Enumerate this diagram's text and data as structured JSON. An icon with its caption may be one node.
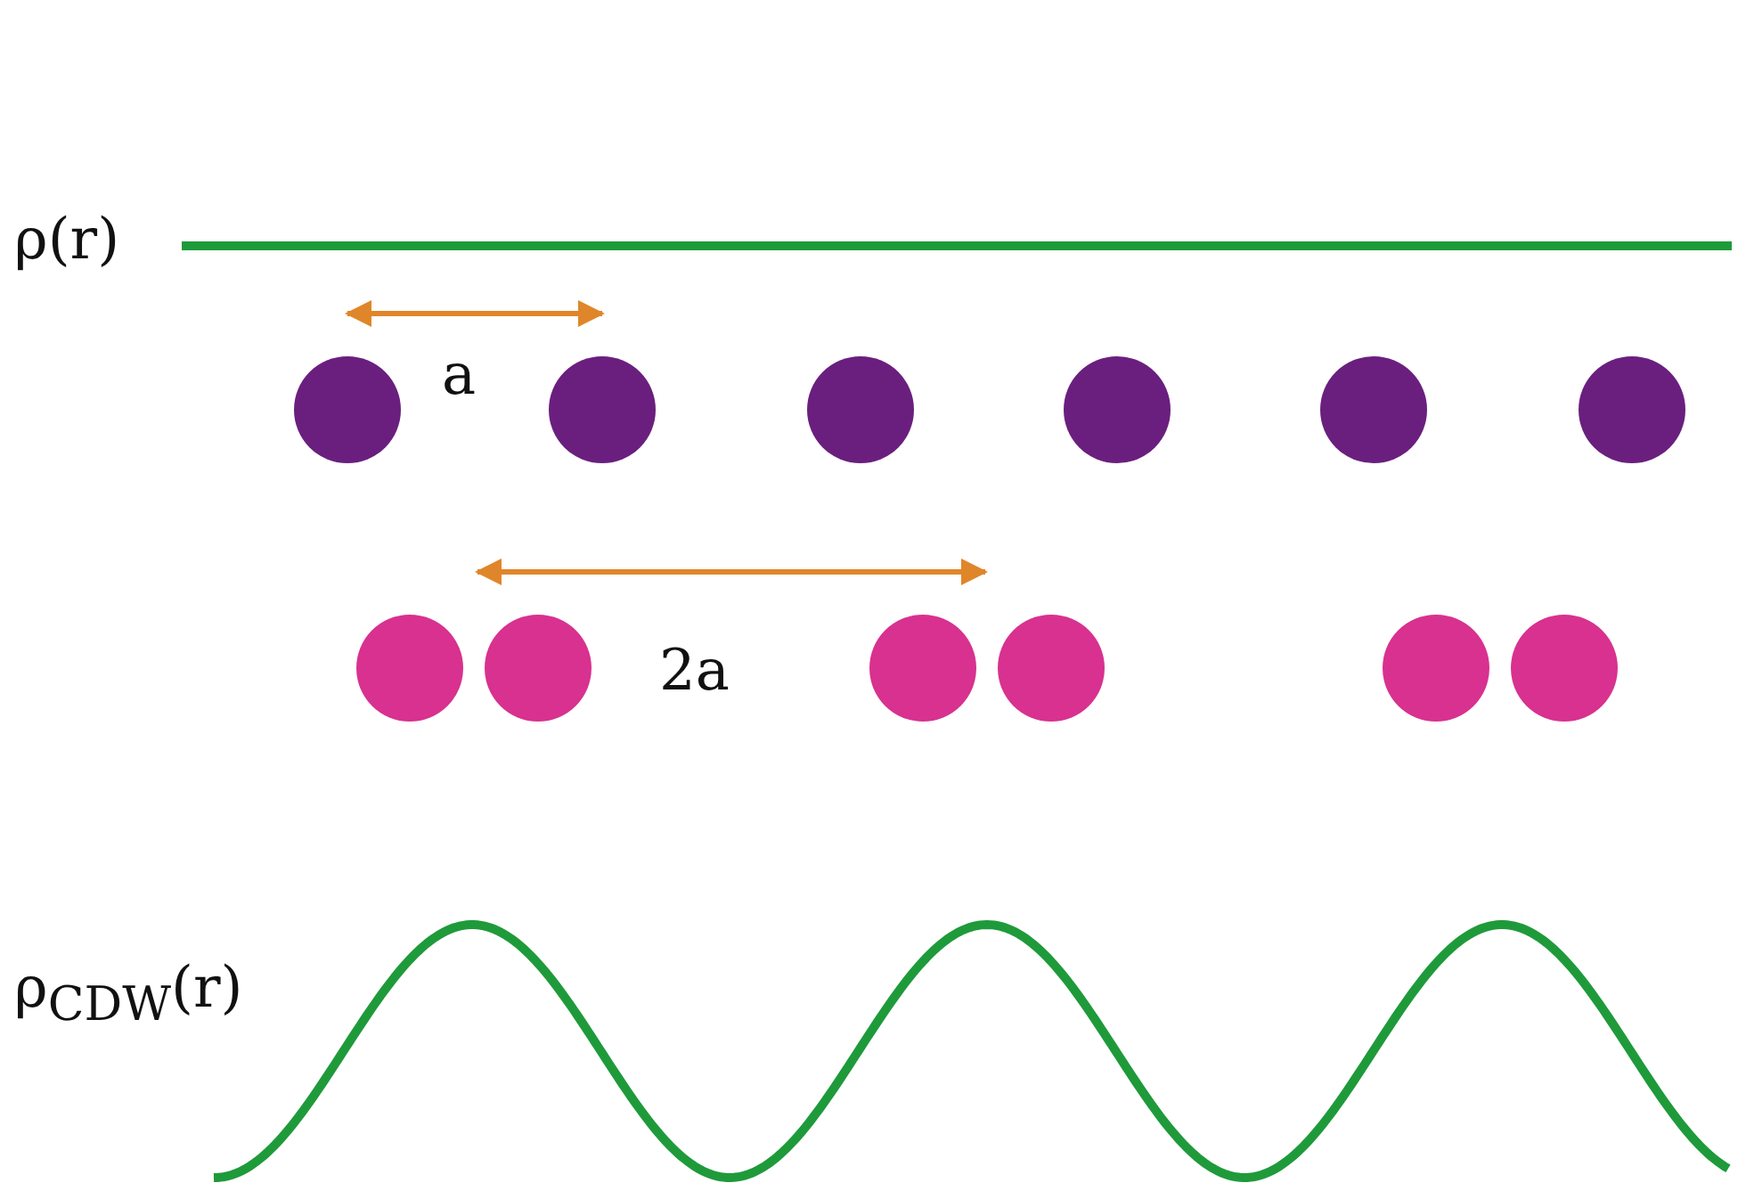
{
  "diagram": {
    "labels": [
      "ρ(r)",
      "a",
      "2a",
      "ρ$_{CDW}$(r)"
    ]
  }
}
